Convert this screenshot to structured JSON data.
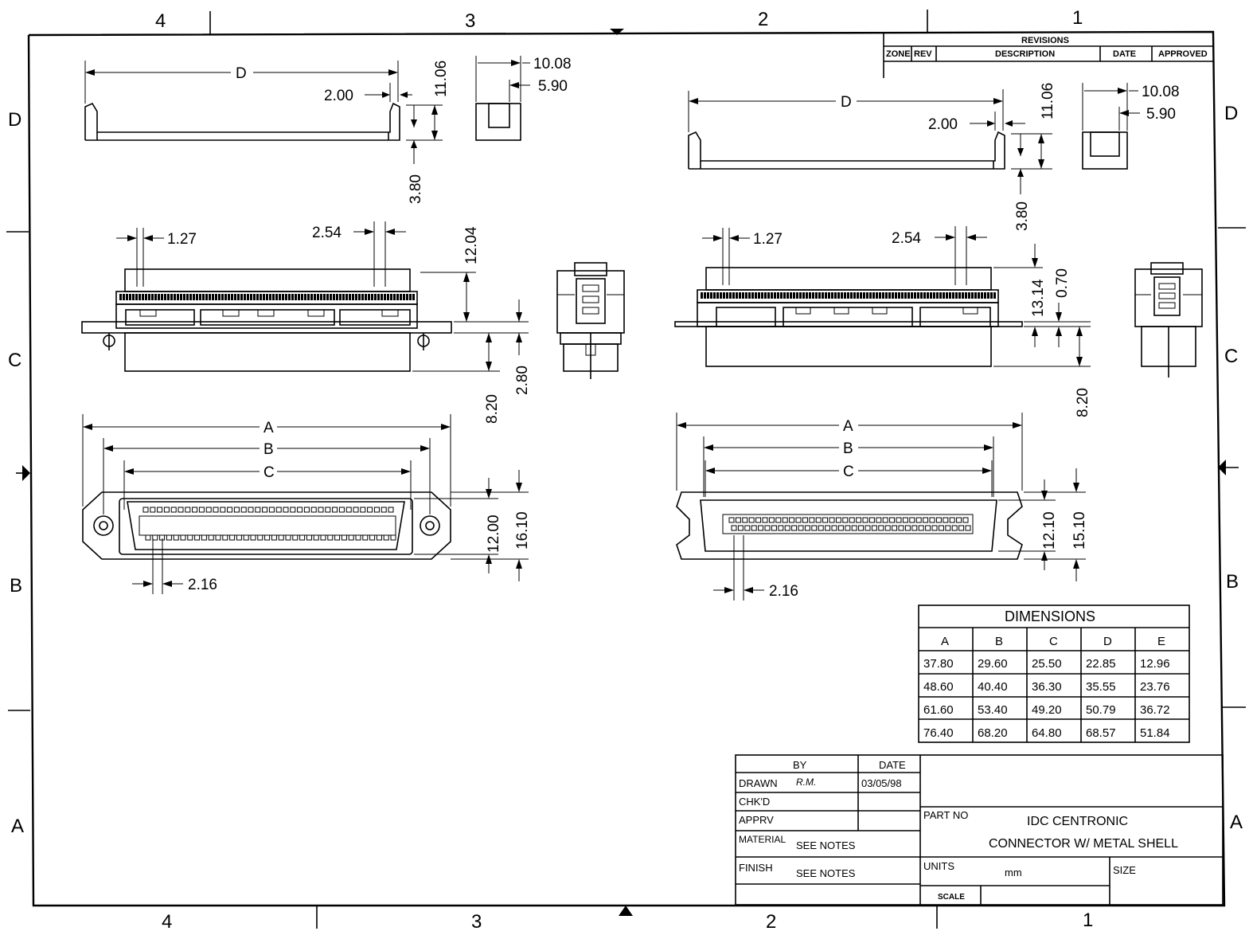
{
  "zones": {
    "columns_top": [
      "4",
      "3",
      "2",
      "1"
    ],
    "columns_bottom": [
      "4",
      "3",
      "2",
      "1"
    ],
    "rows_left": [
      "D",
      "C",
      "B",
      "A"
    ],
    "rows_right": [
      "D",
      "C",
      "B",
      "A"
    ]
  },
  "revisions": {
    "title": "REVISIONS",
    "headers": [
      "ZONE",
      "REV",
      "DESCRIPTION",
      "DATE",
      "APPROVED"
    ]
  },
  "left_view": {
    "top": {
      "d": "D",
      "d200": "2.00",
      "d1106": "11.06",
      "d380": "3.80",
      "d1008": "10.08",
      "d590": "5.90"
    },
    "side": {
      "d127": "1.27",
      "d254": "2.54",
      "d1204": "12.04",
      "d820": "8.20",
      "d280": "2.80"
    },
    "front": {
      "a": "A",
      "b": "B",
      "c": "C",
      "d1200": "12.00",
      "d1610": "16.10",
      "d216": "2.16"
    }
  },
  "right_view": {
    "top": {
      "d": "D",
      "d200": "2.00",
      "d1106": "11.06",
      "d380": "3.80",
      "d1008": "10.08",
      "d590": "5.90"
    },
    "side": {
      "d127": "1.27",
      "d254": "2.54",
      "d1314": "13.14",
      "d070": "0.70",
      "d820": "8.20"
    },
    "front": {
      "a": "A",
      "b": "B",
      "c": "C",
      "d1210": "12.10",
      "d1510": "15.10",
      "d216": "2.16"
    }
  },
  "dimensions_table": {
    "title": "DIMENSIONS",
    "headers": [
      "A",
      "B",
      "C",
      "D",
      "E"
    ],
    "rows": [
      [
        "37.80",
        "29.60",
        "25.50",
        "22.85",
        "12.96"
      ],
      [
        "48.60",
        "40.40",
        "36.30",
        "35.55",
        "23.76"
      ],
      [
        "61.60",
        "53.40",
        "49.20",
        "50.79",
        "36.72"
      ],
      [
        "76.40",
        "68.20",
        "64.80",
        "68.57",
        "51.84"
      ]
    ]
  },
  "title_block": {
    "by_label": "BY",
    "date_label": "DATE",
    "drawn_label": "DRAWN",
    "drawn_by": "R.M.",
    "drawn_date": "03/05/98",
    "chkd_label": "CHK'D",
    "apprv_label": "APPRV",
    "material_label": "MATERIAL",
    "material_value": "SEE NOTES",
    "finish_label": "FINISH",
    "finish_value": "SEE NOTES",
    "part_no_label": "PART NO",
    "title_line1": "IDC CENTRONIC",
    "title_line2": "CONNECTOR W/ METAL SHELL",
    "units_label": "UNITS",
    "units_value": "mm",
    "size_label": "SIZE",
    "scale_label": "SCALE"
  }
}
